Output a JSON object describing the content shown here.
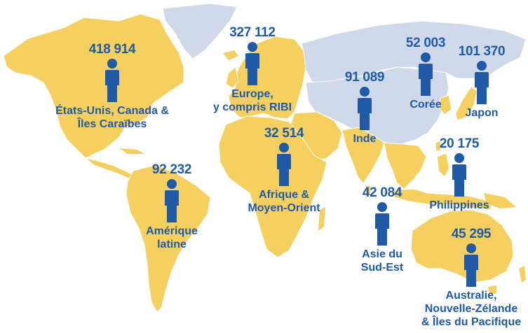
{
  "colors": {
    "land_highlight": "#f5d05e",
    "land_other": "#cfd9ea",
    "border": "#ffffff",
    "label": "#1f5aa8",
    "person_icon": "#1f5aa8"
  },
  "icon": "person-icon",
  "regions": [
    {
      "id": "north-america",
      "count": "418 914",
      "name": "États-Unis, Canada &\nÎles Caraïbes"
    },
    {
      "id": "europe",
      "count": "327 112",
      "name": "Europe,\ny compris RIBI"
    },
    {
      "id": "korea",
      "count": "52 003",
      "name": "Corée"
    },
    {
      "id": "japan",
      "count": "101 370",
      "name": "Japon"
    },
    {
      "id": "india",
      "count": "91 089",
      "name": "Inde"
    },
    {
      "id": "africa-middle-east",
      "count": "32 514",
      "name": "Afrique &\nMoyen-Orient"
    },
    {
      "id": "latin-america",
      "count": "92 232",
      "name": "Amérique\nlatine"
    },
    {
      "id": "philippines",
      "count": "20 175",
      "name": "Philippines"
    },
    {
      "id": "southeast-asia",
      "count": "42 084",
      "name": "Asie du\nSud-Est"
    },
    {
      "id": "oceania",
      "count": "45 295",
      "name": "Australie,\nNouvelle-Zélande\n& Îles du Pacifique"
    }
  ]
}
